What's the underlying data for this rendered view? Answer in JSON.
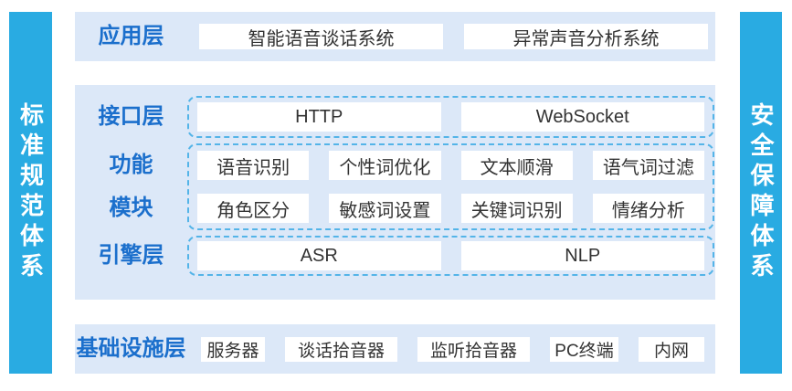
{
  "colors": {
    "pillar_blue": "#29abe2",
    "section_bg": "#dce8f8",
    "label_blue": "#1b6fcc",
    "dashed_border": "#54b4e8",
    "box_bg": "#ffffff",
    "box_text": "#333333"
  },
  "left_pillar": {
    "label": "标准规范体系"
  },
  "right_pillar": {
    "label": "安全保障体系"
  },
  "app_layer": {
    "label": "应用层",
    "items": [
      "智能语音谈话系统",
      "异常声音分析系统"
    ]
  },
  "interface_layer": {
    "label": "接口层",
    "items": [
      "HTTP",
      "WebSocket"
    ]
  },
  "function_module": {
    "label_line1": "功能",
    "label_line2": "模块",
    "rows": [
      [
        "语音识别",
        "个性词优化",
        "文本顺滑",
        "语气词过滤"
      ],
      [
        "角色区分",
        "敏感词设置",
        "关键词识别",
        "情绪分析"
      ]
    ]
  },
  "engine_layer": {
    "label": "引擎层",
    "items": [
      "ASR",
      "NLP"
    ]
  },
  "infra_layer": {
    "label": "基础设施层",
    "items": [
      "服务器",
      "谈话拾音器",
      "监听拾音器",
      "PC终端",
      "内网"
    ]
  }
}
